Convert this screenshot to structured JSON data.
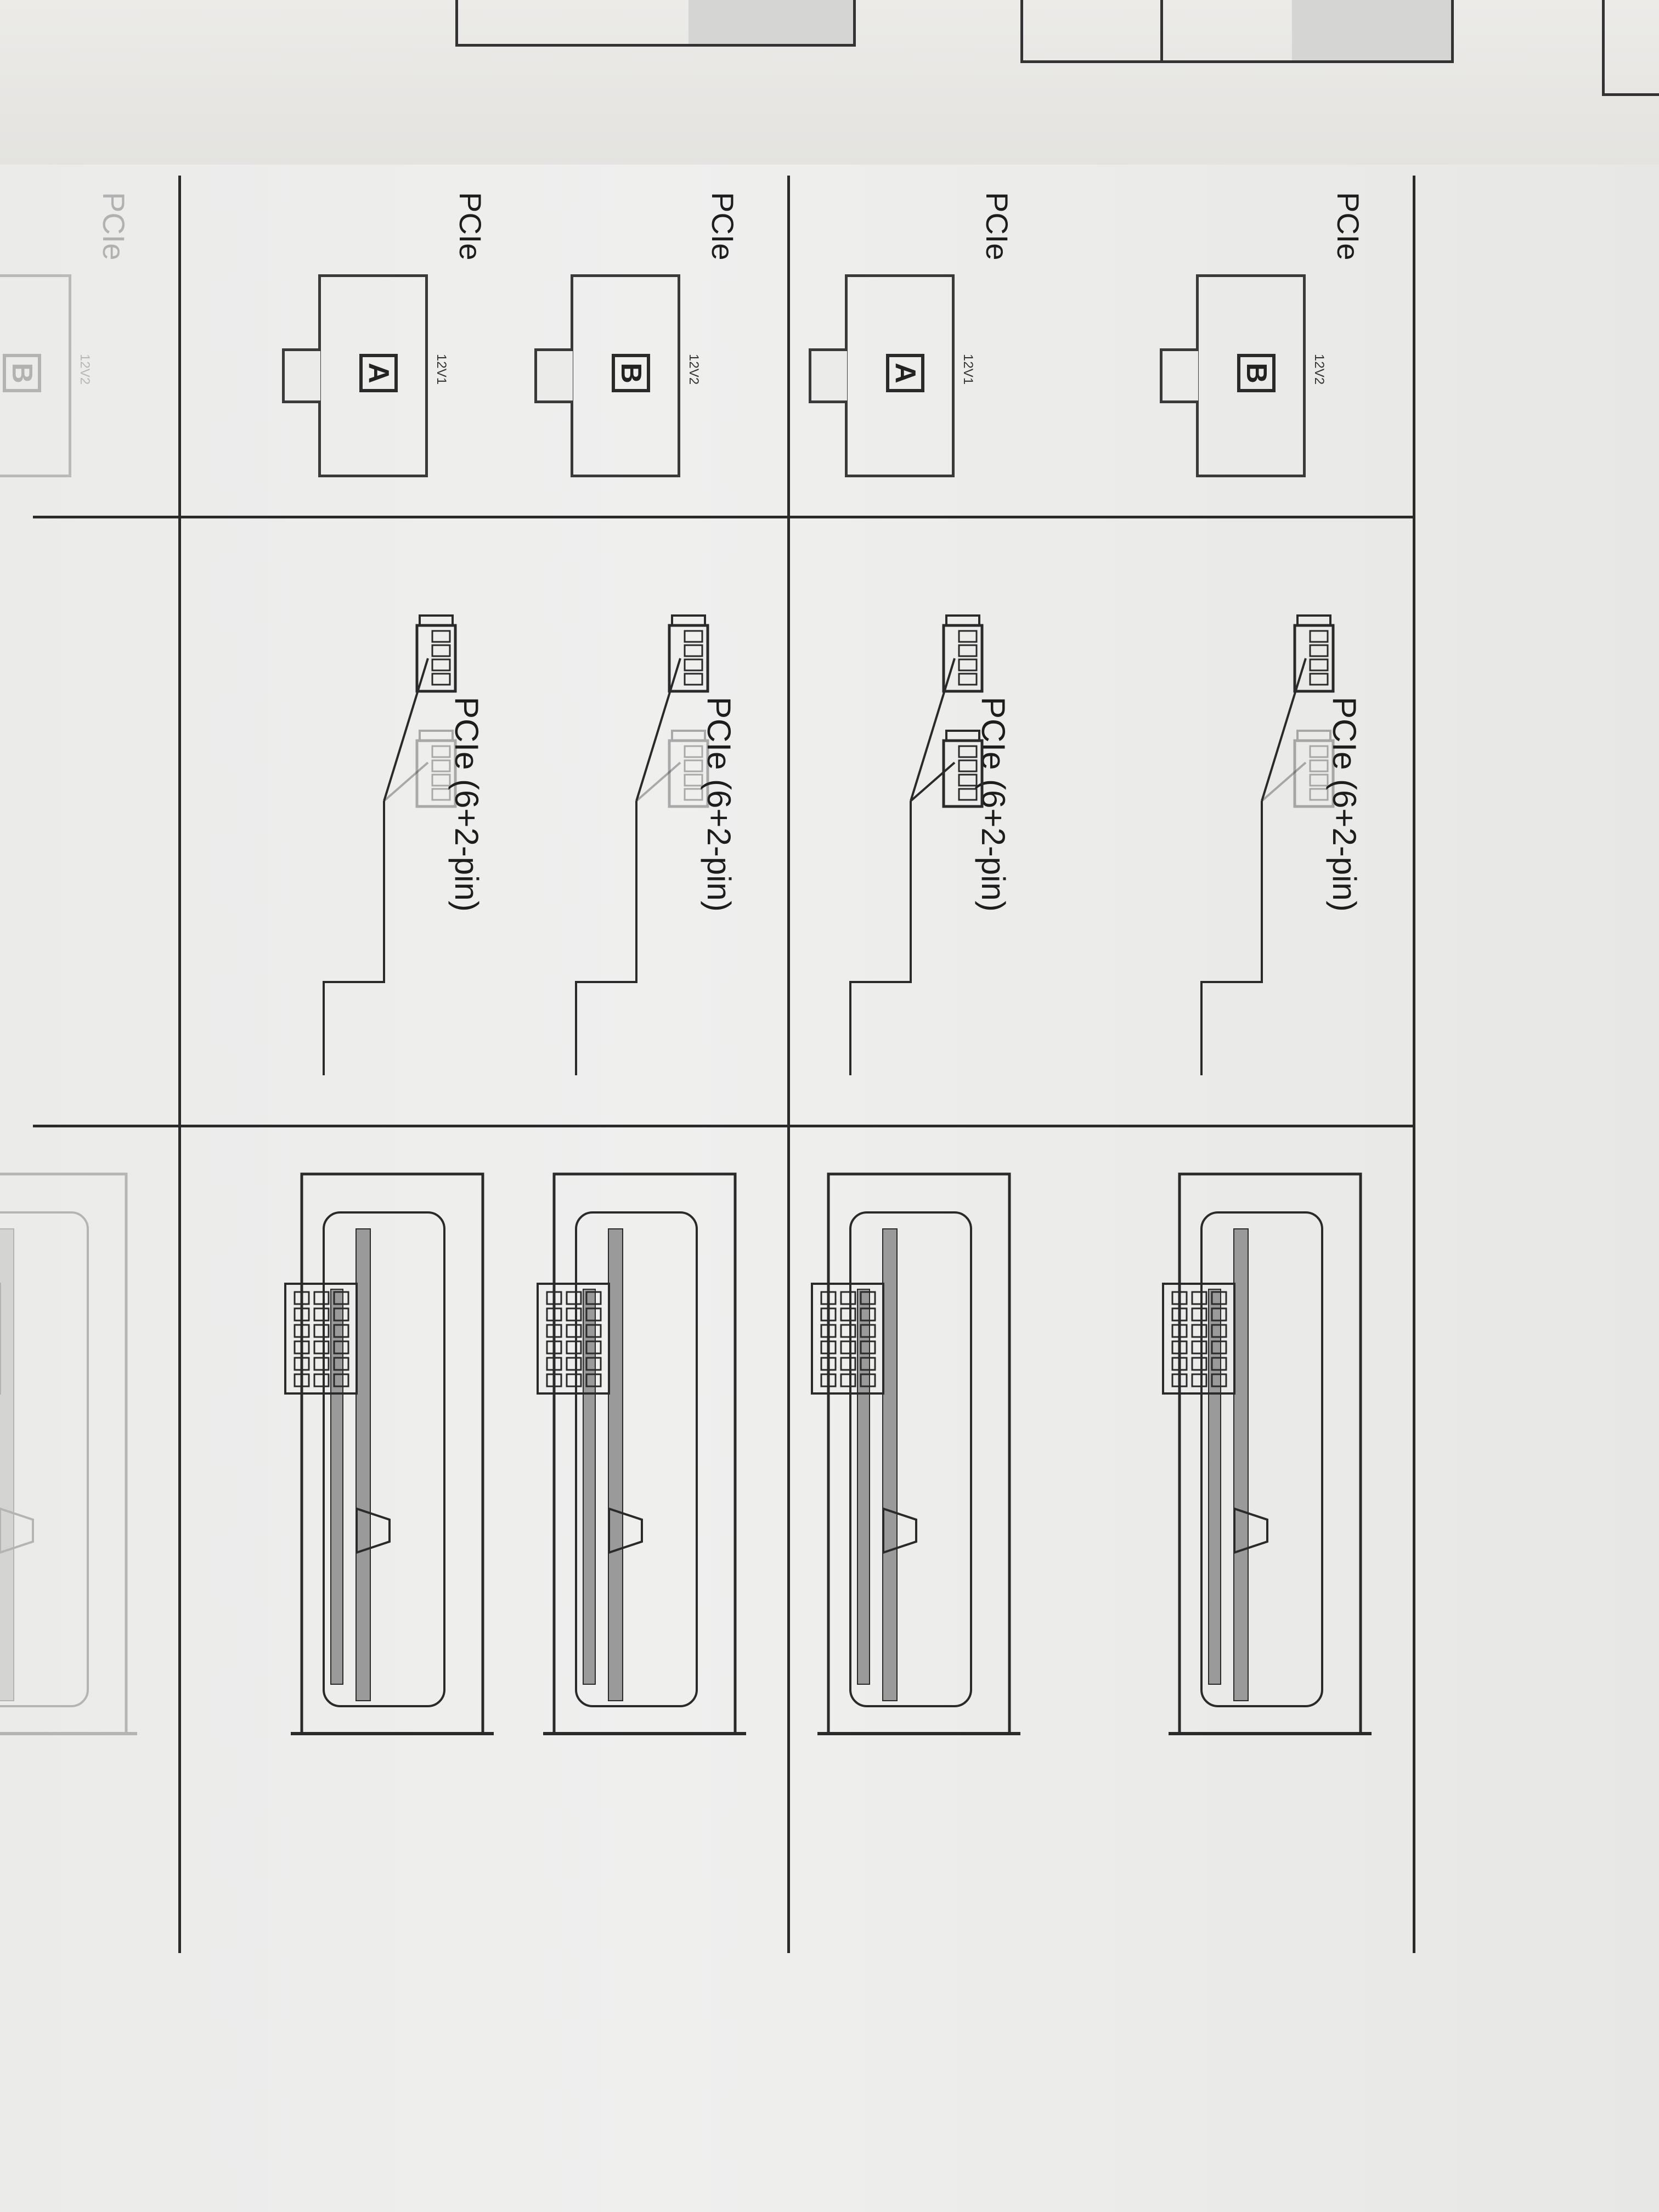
{
  "psu_socket_label": "PCIe",
  "cable_label": "PCIe (6+2-pin)",
  "rows": [
    {
      "socket_letter": "B",
      "rail": "12V2",
      "faint": false,
      "second_plug_faint": true
    },
    {
      "socket_letter": "A",
      "rail": "12V1",
      "faint": false,
      "second_plug_faint": false
    },
    {
      "socket_letter": "B",
      "rail": "12V2",
      "faint": false,
      "second_plug_faint": true
    },
    {
      "socket_letter": "A",
      "rail": "12V1",
      "faint": false,
      "second_plug_faint": true
    },
    {
      "socket_letter": "B",
      "rail": "12V2",
      "faint": true,
      "second_plug_faint": true
    }
  ],
  "colors": {
    "ink": "#2a2a2a",
    "paper": "#ebebea",
    "faint_ink": "#b8b8b8"
  }
}
